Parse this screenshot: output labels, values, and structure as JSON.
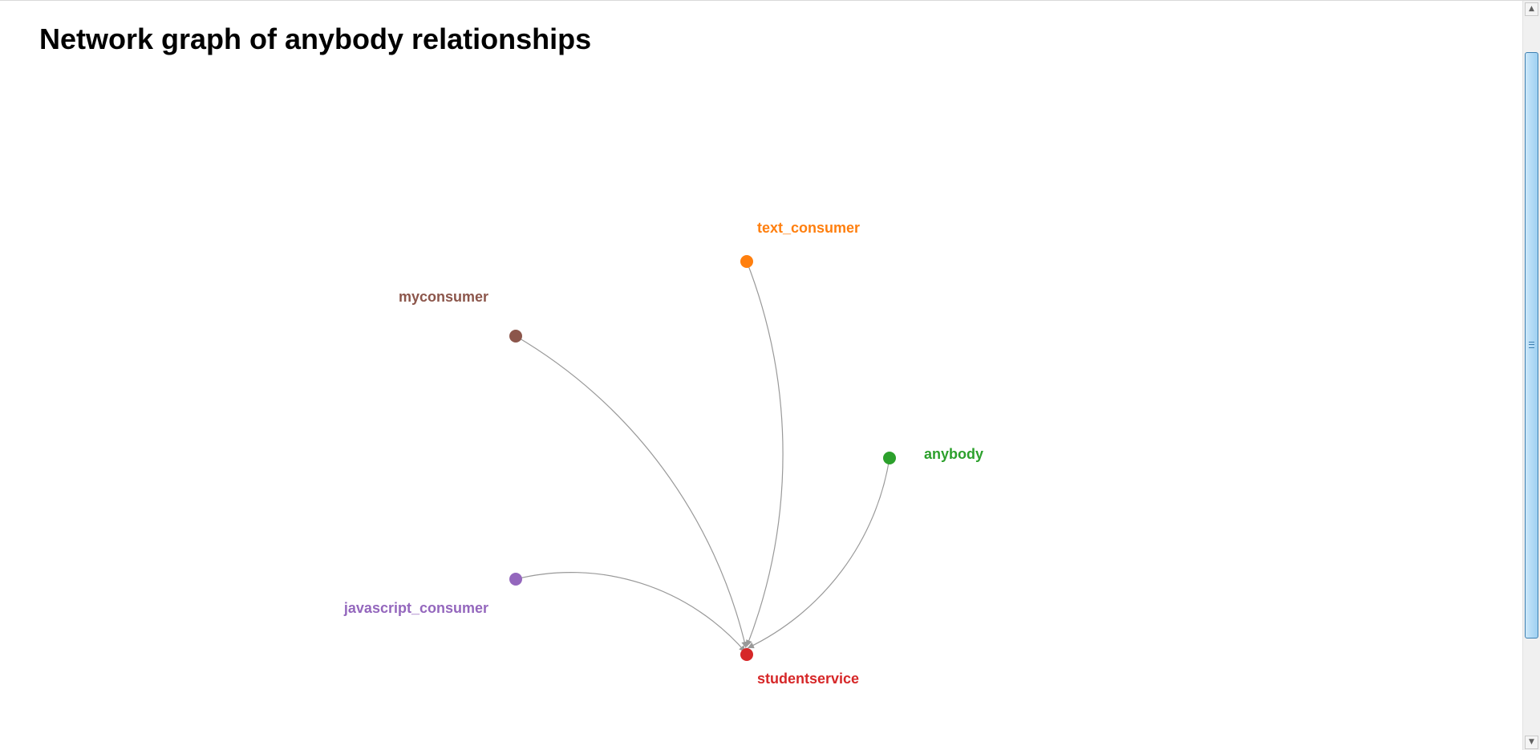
{
  "page": {
    "title": "Network graph of anybody relationships"
  },
  "graph": {
    "edge_color": "#999999",
    "nodes": [
      {
        "id": "text_consumer",
        "label": "text_consumer",
        "color": "#ff7f0e"
      },
      {
        "id": "myconsumer",
        "label": "myconsumer",
        "color": "#8c564b"
      },
      {
        "id": "anybody",
        "label": "anybody",
        "color": "#2ca02c"
      },
      {
        "id": "javascript_consumer",
        "label": "javascript_consumer",
        "color": "#9467bd"
      },
      {
        "id": "studentservice",
        "label": "studentservice",
        "color": "#d62728"
      }
    ],
    "edges": [
      {
        "source": "text_consumer",
        "target": "studentservice"
      },
      {
        "source": "myconsumer",
        "target": "studentservice"
      },
      {
        "source": "anybody",
        "target": "studentservice"
      },
      {
        "source": "javascript_consumer",
        "target": "studentservice"
      }
    ]
  },
  "scrollbar": {
    "up_icon": "arrow-up-icon",
    "down_icon": "arrow-down-icon"
  }
}
